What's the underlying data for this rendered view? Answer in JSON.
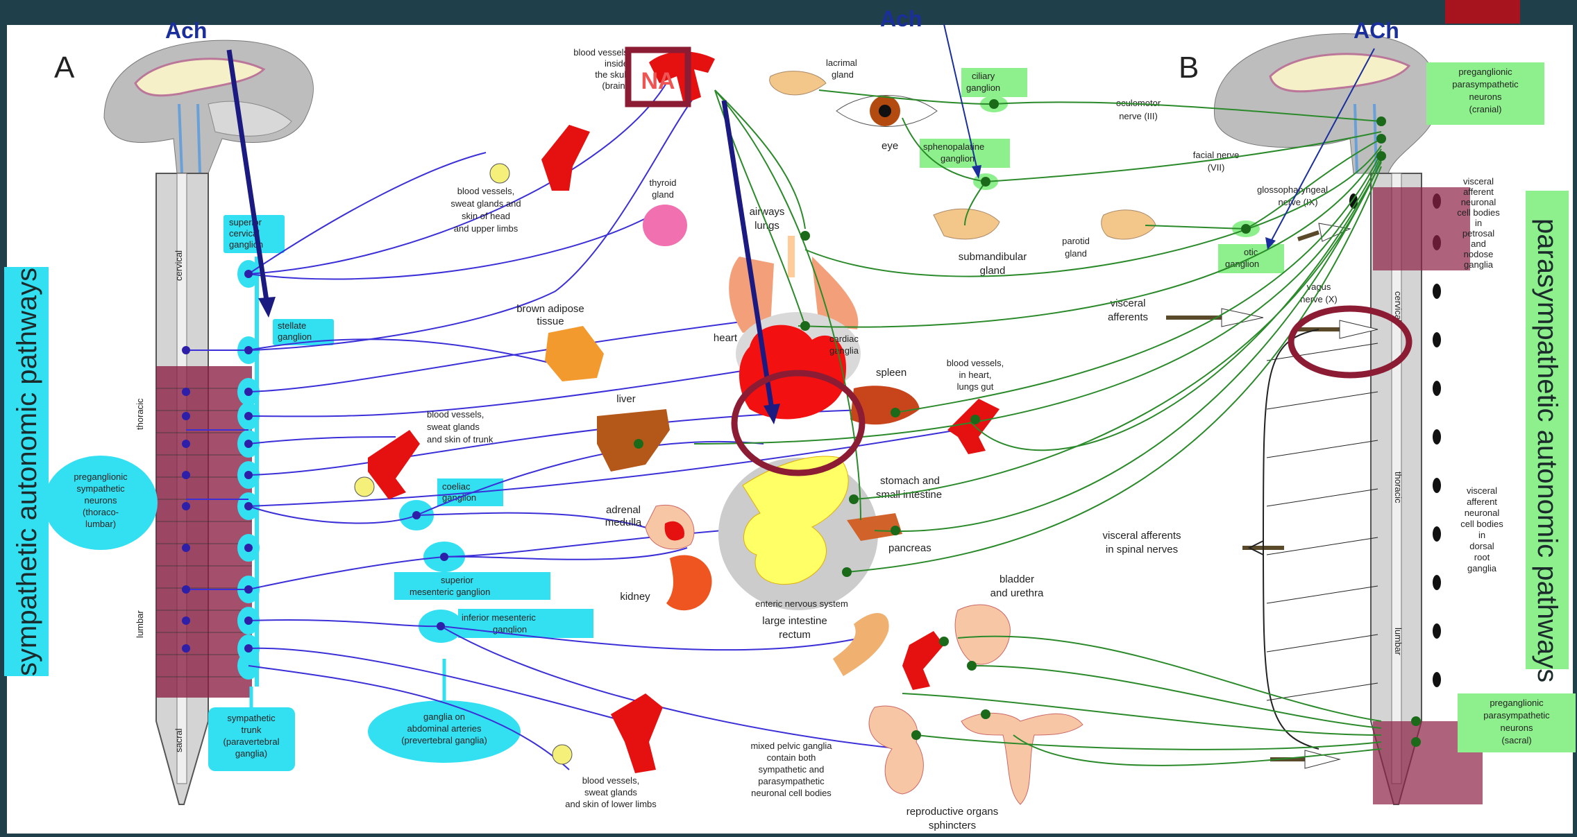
{
  "panels": {
    "a": "A",
    "b": "B"
  },
  "transmitters": {
    "ach_left": "Ach",
    "ach_center": "Ach",
    "ach_right": "ACh",
    "na": "NA"
  },
  "titles": {
    "sympathetic": "sympathetic autonomic pathways",
    "parasympathetic": "parasympathetic autonomic pathways"
  },
  "spinal_regions": {
    "cervical_a": "cervical",
    "thoracic_a": "thoracic",
    "lumbar_a": "lumbar",
    "sacral_a": "sacral",
    "cervical_b": "cervical",
    "thoracic_b": "thoracic",
    "lumbar_b": "lumbar"
  },
  "sympathetic": {
    "superior_cervical": [
      "superior",
      "cervical",
      "ganglion"
    ],
    "stellate": [
      "stellate",
      "ganglion"
    ],
    "preganglionic": [
      "preganglionic",
      "sympathetic",
      "neurons",
      "(thoraco-",
      "lumbar)"
    ],
    "coeliac": [
      "coeliac",
      "ganglion"
    ],
    "superior_mesenteric": [
      "superior",
      "mesenteric ganglion"
    ],
    "inferior_mesenteric": [
      "inferior mesenteric",
      "ganglion"
    ],
    "trunk": [
      "sympathetic",
      "trunk",
      "(paravertebral",
      "ganglia)"
    ],
    "abdominal": [
      "ganglia on",
      "abdominal arteries",
      "(prevertebral ganglia)"
    ]
  },
  "targets": {
    "blood_vessels_skull": [
      "blood vessels",
      "inside",
      "the skull",
      "(brain)"
    ],
    "blood_vessels_head": [
      "blood vessels,",
      "sweat glands and",
      "skin of head",
      "and upper limbs"
    ],
    "thyroid": [
      "thyroid",
      "gland"
    ],
    "brown_adipose": [
      "brown adipose",
      "tissue"
    ],
    "blood_vessels_trunk": [
      "blood vessels,",
      "sweat glands",
      "and skin of trunk"
    ],
    "liver": "liver",
    "adrenal": [
      "adrenal",
      "medulla"
    ],
    "kidney": "kidney",
    "airways": [
      "airways",
      "lungs"
    ],
    "heart": "heart",
    "cardiac": [
      "cardiac",
      "ganglia"
    ],
    "spleen": "spleen",
    "enteric": "enteric nervous system",
    "large_intestine": [
      "large intestine",
      "rectum"
    ],
    "blood_vessels_lower": [
      "blood vessels,",
      "sweat glands",
      "and skin of lower limbs"
    ],
    "pelvic": [
      "mixed pelvic ganglia",
      "contain both",
      "sympathetic and",
      "parasympathetic",
      "neuronal cell bodies"
    ],
    "reproductive": [
      "reproductive organs",
      "sphincters"
    ],
    "lacrimal": [
      "lacrimal",
      "gland"
    ],
    "eye": "eye",
    "ciliary": [
      "ciliary",
      "ganglion"
    ],
    "sphenopalatine": [
      "sphenopalatine",
      "ganglion"
    ],
    "submandibular": [
      "submandibular",
      "gland"
    ],
    "parotid": [
      "parotid",
      "gland"
    ],
    "otic": [
      "otic",
      "ganglion"
    ],
    "blood_vessels_heart": [
      "blood vessels,",
      "in heart,",
      "lungs gut"
    ],
    "stomach": [
      "stomach and",
      "small intestine"
    ],
    "pancreas": "pancreas",
    "bladder": [
      "bladder",
      "and urethra"
    ]
  },
  "parasympathetic": {
    "preganglionic_cranial": [
      "preganglionic",
      "parasympathetic",
      "neurons",
      "(cranial)"
    ],
    "oculomotor": [
      "oculomotor",
      "nerve (III)"
    ],
    "facial": [
      "facial nerve",
      "(VII)"
    ],
    "glossopharyngeal": [
      "glossopharyngeal",
      "nerve (IX)"
    ],
    "visceral_afferent_upper": [
      "visceral",
      "afferent",
      "neuronal",
      "cell bodies",
      "in",
      "petrosal",
      "and",
      "nodose",
      "ganglia"
    ],
    "vagus": [
      "vagus",
      "nerve (X)"
    ],
    "visceral_afferents": [
      "visceral",
      "afferents"
    ],
    "visceral_afferents_spinal": [
      "visceral afferents",
      "in spinal nerves"
    ],
    "visceral_afferent_lower": [
      "visceral",
      "afferent",
      "neuronal",
      "cell bodies",
      "in",
      "dorsal",
      "root",
      "ganglia"
    ],
    "preganglionic_sacral": [
      "preganglionic",
      "parasympathetic",
      "neurons",
      "(sacral)"
    ]
  }
}
